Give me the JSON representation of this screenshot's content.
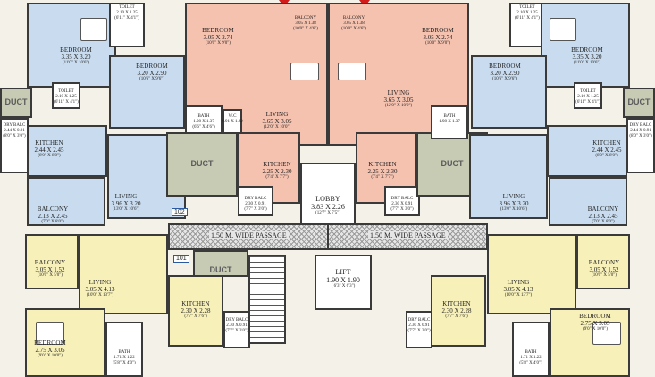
{
  "rooms": {
    "tl_bedroom": {
      "name": "BEDROOM",
      "dim": "3.35 X 3.20",
      "ft": "(11'0\" X 10'6\")"
    },
    "tl_toilet_top": {
      "name": "TOILET",
      "dim": "2.10 X 1.25",
      "ft": "(6'11\" X 4'1\")"
    },
    "tl_bedroom2": {
      "name": "BEDROOM",
      "dim": "3.20 X 2.90",
      "ft": "(10'6\" X 9'6\")"
    },
    "tl_toilet_mid": {
      "name": "TOILET",
      "dim": "2.10 X 1.25",
      "ft": "(6'11\" X 4'1\")"
    },
    "tl_duct": {
      "name": "DUCT"
    },
    "tl_drybalc": {
      "name": "DRY BALC",
      "dim": "2.44 X 0.91",
      "ft": "(8'0\" X 3'0\")"
    },
    "tl_kitchen": {
      "name": "KITCHEN",
      "dim": "2.44 X 2.45",
      "ft": "(8'0\" X 8'0\")"
    },
    "tl_living": {
      "name": "LIVING",
      "dim": "3.96 X 3.20",
      "ft": "(13'0\" X 10'6\")"
    },
    "tl_balcony": {
      "name": "BALCONY",
      "dim": "2.13 X 2.45",
      "ft": "(7'0\" X 8'0\")"
    },
    "unit_102": "102",
    "tc_balcony_l": {
      "name": "BALCONY",
      "dim": "3.05 X 1.38",
      "ft": "(10'0\" X 4'6\")"
    },
    "tc_bedroom_l": {
      "name": "BEDROOM",
      "dim": "3.05 X 2.74",
      "ft": "(10'0\" X 9'0\")"
    },
    "tc_bath_l": {
      "name": "BATH",
      "dim": "1.98 X 1.37",
      "ft": "(6'6\" X 4'6\")"
    },
    "tc_wc_l": {
      "name": "W.C",
      "dim": "0.91 X 1.22",
      "ft": "(3'0\" X 4'0\")"
    },
    "tc_living_l": {
      "name": "LIVING",
      "dim": "3.65 X 3.05",
      "ft": "(12'0\" X 10'0\")"
    },
    "tc_kitchen_l": {
      "name": "KITCHEN",
      "dim": "2.25 X 2.30",
      "ft": "(7'4\" X 7'7\")"
    },
    "tc_drybalc_l": {
      "name": "DRY BALC",
      "dim": "2.30 X 0.91",
      "ft": "(7'7\" X 3'0\")"
    },
    "tc_duct_l": {
      "name": "DUCT"
    },
    "tc_balcony_r": {
      "name": "BALCONY",
      "dim": "3.05 X 1.38",
      "ft": "(10'0\" X 4'6\")"
    },
    "tc_bedroom_r": {
      "name": "BEDROOM",
      "dim": "3.05 X 2.74",
      "ft": "(10'0\" X 9'0\")"
    },
    "tc_living_r": {
      "name": "LIVING",
      "dim": "3.65 X 3.05",
      "ft": "(12'0\" X 10'0\")"
    },
    "tc_bath_r": {
      "name": "BATH",
      "dim": "1.98 X 1.37"
    },
    "tc_kitchen_r": {
      "name": "KITCHEN",
      "dim": "2.25 X 2.30",
      "ft": "(7'4\" X 7'7\")"
    },
    "tc_drybalc_r": {
      "name": "DRY BALC",
      "dim": "2.30 X 0.91",
      "ft": "(7'7\" X 3'0\")"
    },
    "tc_duct_r": {
      "name": "DUCT"
    },
    "lobby": {
      "name": "LOBBY",
      "dim": "3.83 X 2.26",
      "ft": "(12'7\" X 7'5\")"
    },
    "passage_l": "1.50 M. WIDE PASSAGE",
    "passage_r": "1.50 M. WIDE PASSAGE",
    "lift": {
      "name": "LIFT",
      "dim": "1.90 X 1.90",
      "ft": "( 6'3\" X 6'3\")"
    },
    "tr_toilet_top": {
      "name": "TOILET",
      "dim": "2.10 X 1.25",
      "ft": "(6'11\" X 4'1\")"
    },
    "tr_bedroom": {
      "name": "BEDROOM",
      "dim": "3.35 X 3.20",
      "ft": "(11'0\" X 10'6\")"
    },
    "tr_bedroom2": {
      "name": "BEDROOM",
      "dim": "3.20 X 2.90",
      "ft": "(10'6\" X 9'6\")"
    },
    "tr_toilet_mid": {
      "name": "TOILET",
      "dim": "2.10 X 1.25",
      "ft": "(6'11\" X 4'1\")"
    },
    "tr_duct": {
      "name": "DUCT"
    },
    "tr_drybalc": {
      "name": "DRY BALC",
      "dim": "2.44 X 0.91",
      "ft": "(8'0\" X 3'0\")"
    },
    "tr_kitchen": {
      "name": "KITCHEN",
      "dim": "2.44 X 2.45",
      "ft": "(8'0\" X 8'0\")"
    },
    "tr_living": {
      "name": "LIVING",
      "dim": "3.96 X 3.20",
      "ft": "(13'0\" X 10'6\")"
    },
    "tr_balcony": {
      "name": "BALCONY",
      "dim": "2.13 X 2.45",
      "ft": "(7'0\" X 8'0\")"
    },
    "bl_balcony": {
      "name": "BALCONY",
      "dim": "3.05 X 1.52",
      "ft": "(10'0\" X 5'0\")"
    },
    "bl_living": {
      "name": "LIVING",
      "dim": "3.05 X 4.13",
      "ft": "(10'0\" X 13'7\")"
    },
    "bl_bedroom": {
      "name": "BEDROOM",
      "dim": "2.75 X 3.05",
      "ft": "(9'0\" X 10'0\")"
    },
    "bl_bath": {
      "name": "BATH",
      "dim": "1.71 X 1.22",
      "ft": "(5'8\" X 4'0\")"
    },
    "bl_kitchen": {
      "name": "KITCHEN",
      "dim": "2.30 X 2.28",
      "ft": "(7'7\" X 7'6\")"
    },
    "bl_drybalc": {
      "name": "DRY BALC",
      "dim": "2.30 X 0.91",
      "ft": "(7'7\" X 3'0\")"
    },
    "bl_duct": {
      "name": "DUCT"
    },
    "unit_101": "101",
    "br_balcony": {
      "name": "BALCONY",
      "dim": "3.05 X 1.52",
      "ft": "(10'0\" X 5'0\")"
    },
    "br_living": {
      "name": "LIVING",
      "dim": "3.05 X 4.13",
      "ft": "(10'0\" X 13'7\")"
    },
    "br_bedroom": {
      "name": "BEDROOM",
      "dim": "2.75 X 3.05",
      "ft": "(9'0\" X 10'0\")"
    },
    "br_bath": {
      "name": "BATH",
      "dim": "1.71 X 1.22",
      "ft": "(5'8\" X 4'0\")"
    },
    "br_kitchen": {
      "name": "KITCHEN",
      "dim": "2.30 X 2.28",
      "ft": "(7'7\" X 7'6\")"
    },
    "br_drybalc": {
      "name": "DRY BALC",
      "dim": "2.30 X 0.91",
      "ft": "(7'7\" X 3'0\")"
    }
  },
  "colors": {
    "side_units": "#c9dcef",
    "top_units": "#f5c2b0",
    "bottom_units": "#f7f0b8",
    "duct": "#c7cbb4",
    "entry_arrow": "#d21c1c"
  }
}
